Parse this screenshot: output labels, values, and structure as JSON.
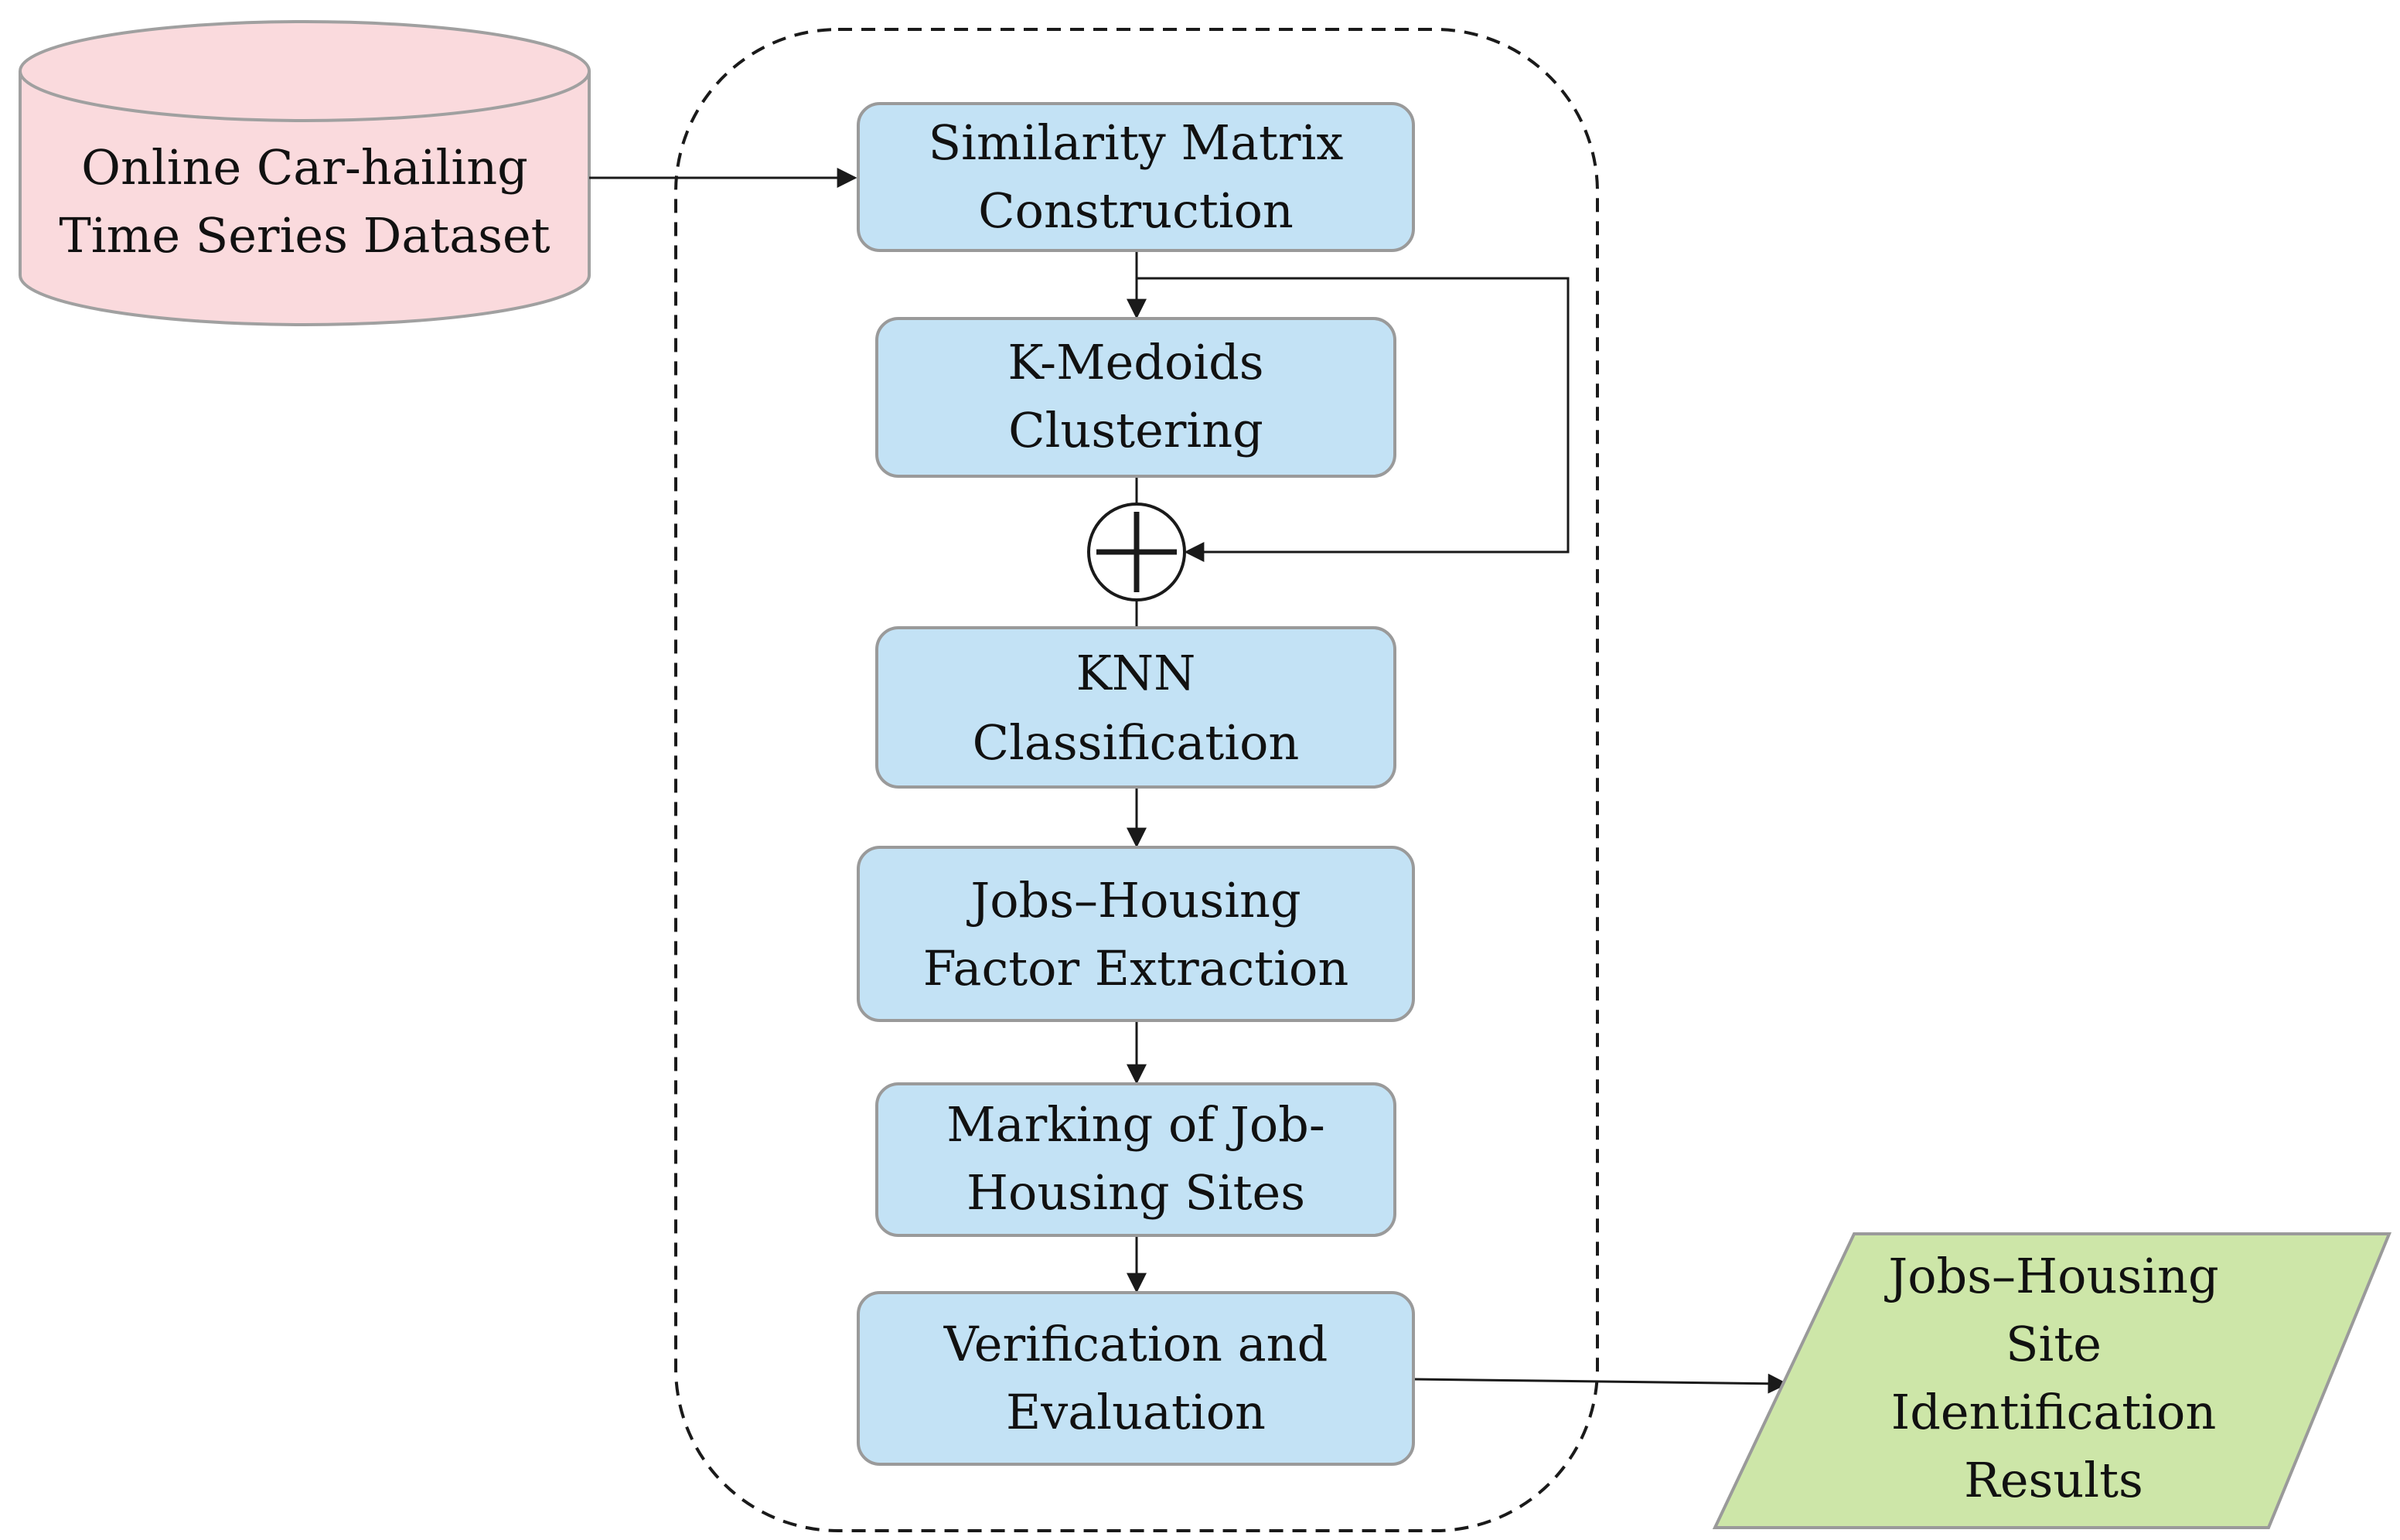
{
  "colors": {
    "dataset_fill": "#fadadd",
    "process_fill": "#c3e2f5",
    "result_fill": "#cde6a8",
    "box_stroke": "#9a9a9a",
    "line": "#1a1a1a"
  },
  "dataset": {
    "line1": "Online Car-hailing",
    "line2": "Time Series Dataset"
  },
  "steps": {
    "similarity": {
      "line1": "Similarity Matrix",
      "line2": "Construction"
    },
    "kmedoids": {
      "line1": "K-Medoids",
      "line2": "Clustering"
    },
    "knn": {
      "line1": "KNN",
      "line2": "Classification"
    },
    "factor": {
      "line1": "Jobs–Housing",
      "line2": "Factor Extraction"
    },
    "marking": {
      "line1": "Marking of Job-",
      "line2": "Housing Sites"
    },
    "verification": {
      "line1": "Verification and",
      "line2": "Evaluation"
    }
  },
  "combine_symbol": {
    "icon": "circled-plus-icon"
  },
  "result": {
    "line1": "Jobs–Housing",
    "line2": "Site",
    "line3": "Identification",
    "line4": "Results"
  }
}
